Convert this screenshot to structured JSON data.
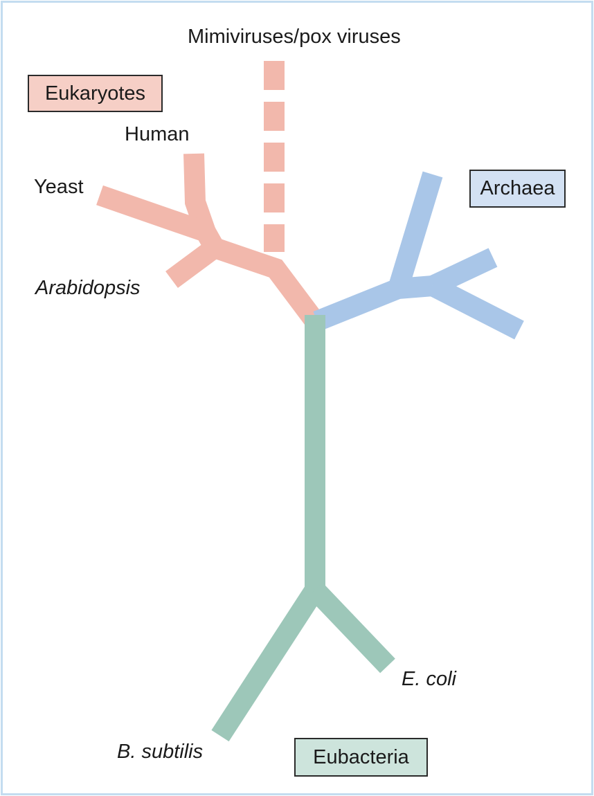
{
  "colors": {
    "eukaryotes": "#f2b8ac",
    "archaea": "#a9c6e8",
    "eubacteria": "#9dc7b9",
    "eukaryotes_box": "#f6cfc6",
    "archaea_box": "#d3e1f3",
    "eubacteria_box": "#cde4dc",
    "frame": "#c3dcf0"
  },
  "groups": {
    "eukaryotes": "Eukaryotes",
    "archaea": "Archaea",
    "eubacteria": "Eubacteria"
  },
  "leaves": {
    "mimivirus": "Mimiviruses/pox viruses",
    "human": "Human",
    "yeast": "Yeast",
    "arabidopsis": "Arabidopsis",
    "ecoli": "E. coli",
    "bsubtilis": "B. subtilis"
  }
}
